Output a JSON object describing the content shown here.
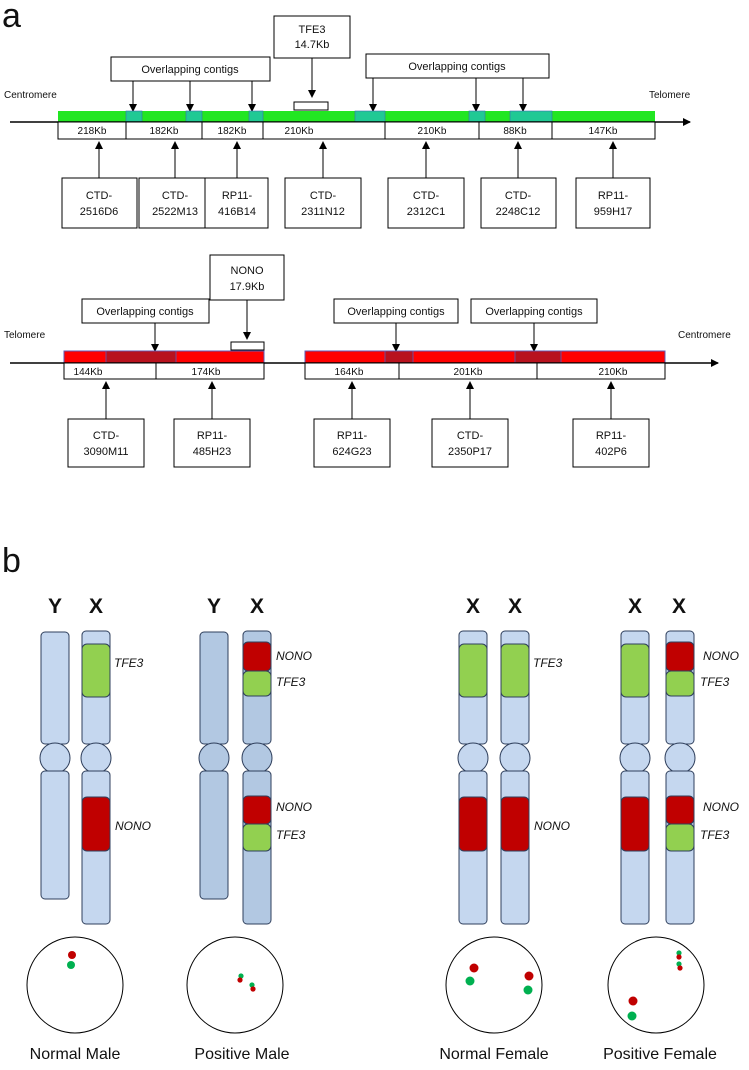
{
  "panel_a": {
    "label": "a",
    "top_map": {
      "left_end": "Centromere",
      "right_end": "Telomere",
      "gene_box": [
        "TFE3",
        "14.7Kb"
      ],
      "overlap_labels": [
        "Overlapping contigs",
        "Overlapping contigs"
      ],
      "sizes": [
        "218Kb",
        "182Kb",
        "182Kb",
        "210Kb",
        "210Kb",
        "88Kb",
        "147Kb"
      ],
      "clones": [
        [
          "CTD-",
          "2516D6"
        ],
        [
          "CTD-",
          "2522M13"
        ],
        [
          "RP11-",
          "416B14"
        ],
        [
          "CTD-",
          "2311N12"
        ],
        [
          "CTD-",
          "2312C1"
        ],
        [
          "CTD-",
          "2248C12"
        ],
        [
          "RP11-",
          "959H17"
        ]
      ]
    },
    "bottom_map": {
      "left_end": "Telomere",
      "right_end": "Centromere",
      "gene_box": [
        "NONO",
        "17.9Kb"
      ],
      "overlap_labels": [
        "Overlapping contigs",
        "Overlapping contigs",
        "Overlapping contigs"
      ],
      "sizes": [
        "144Kb",
        "174Kb",
        "164Kb",
        "201Kb",
        "210Kb"
      ],
      "clones": [
        [
          "CTD-",
          "3090M11"
        ],
        [
          "RP11-",
          "485H23"
        ],
        [
          "RP11-",
          "624G23"
        ],
        [
          "CTD-",
          "2350P17"
        ],
        [
          "RP11-",
          "402P6"
        ]
      ]
    },
    "colors": {
      "green": "#22e622",
      "overlap_green": "#20c994",
      "red": "#ff0000",
      "overlap_red": "#b8121e"
    }
  },
  "panel_b": {
    "label": "b",
    "chromosome_labels": {
      "y": "Y",
      "x": "X"
    },
    "genes": {
      "tfe3": "TFE3",
      "nono": "NONO"
    },
    "captions": [
      "Normal Male",
      "Positive Male",
      "Normal Female",
      "Positive Female"
    ],
    "colors": {
      "chromosome": "#c5d7ef",
      "chromosome_dark": "#b2c8e2",
      "tfe3": "#92d050",
      "nono": "#c00000",
      "green_signal": "#00b050",
      "red_signal": "#c00000"
    }
  }
}
